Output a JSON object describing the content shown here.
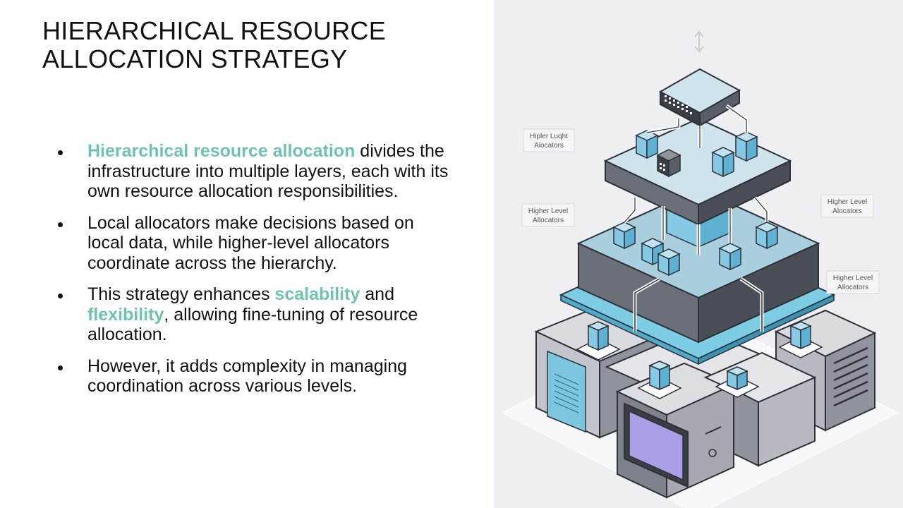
{
  "slide": {
    "title_line1": "HIERARCHICAL RESOURCE",
    "title_line2": "ALLOCATION STRATEGY"
  },
  "bullets": [
    {
      "highlight": "Hierarchical resource allocation",
      "text": " divides the infrastructure into multiple layers, each with its own resource allocation responsibilities."
    },
    {
      "text": "Local allocators make decisions based on local data, while higher-level allocators coordinate across the hierarchy."
    },
    {
      "pre": "This strategy enhances ",
      "hl1": "scalability",
      "mid": " and ",
      "hl2": "flexibility",
      "post": ", allowing fine-tuning of resource allocation."
    },
    {
      "text": "However, it adds complexity in managing coordination across various levels."
    }
  ],
  "diagram": {
    "labels": [
      {
        "line1": "Hipler Luqht",
        "line2": "Alocators"
      },
      {
        "line1": "Higher Level",
        "line2": "Allocators"
      },
      {
        "line1": "Higher Level",
        "line2": "Alocators"
      },
      {
        "line1": "Higher Level",
        "line2": "Allocators"
      }
    ]
  },
  "colors": {
    "accent": "#6fc3b2",
    "tier_light": "#cfe3ec",
    "tier_mid": "#a9cedd",
    "tier_cyan": "#7ccde3",
    "cube": "#86c9e4",
    "panel_bg": "#eeeff2",
    "screen": "#a99fe6"
  }
}
